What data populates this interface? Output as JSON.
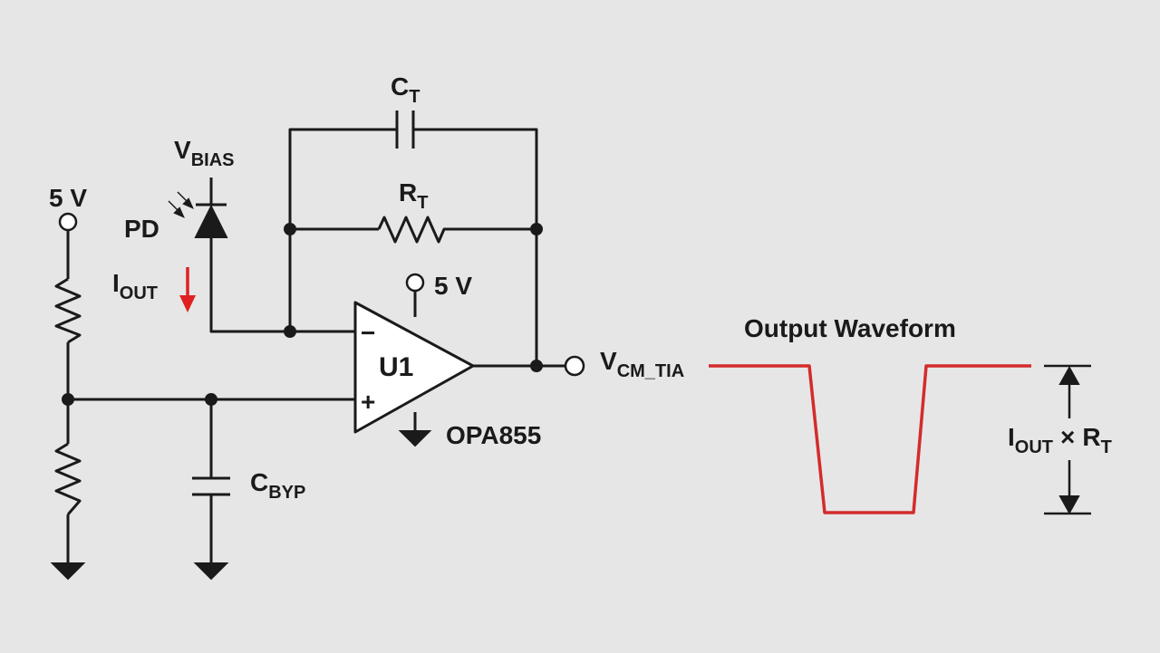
{
  "labels": {
    "ct_main": "C",
    "ct_sub": "T",
    "rt_main": "R",
    "rt_sub": "T",
    "vbias_main": "V",
    "vbias_sub": "BIAS",
    "supply_left": "5 V",
    "pd": "PD",
    "iout_main": "I",
    "iout_sub": "OUT",
    "supply_amp": "5 V",
    "minus": "−",
    "plus": "+",
    "amp": "U1",
    "part": "OPA855",
    "vout_main": "V",
    "vout_sub": "CM_TIA",
    "cbyp_main": "C",
    "cbyp_sub": "BYP",
    "waveform_title": "Output Waveform",
    "amp_iout_main": "I",
    "amp_iout_sub": "OUT",
    "amp_times": "×",
    "amp_rt_main": "R",
    "amp_rt_sub": "T"
  },
  "colors": {
    "background": "#e6e6e6",
    "wire": "#1a1a1a",
    "waveform": "#d42b2b",
    "current_arrow": "#e02020"
  }
}
